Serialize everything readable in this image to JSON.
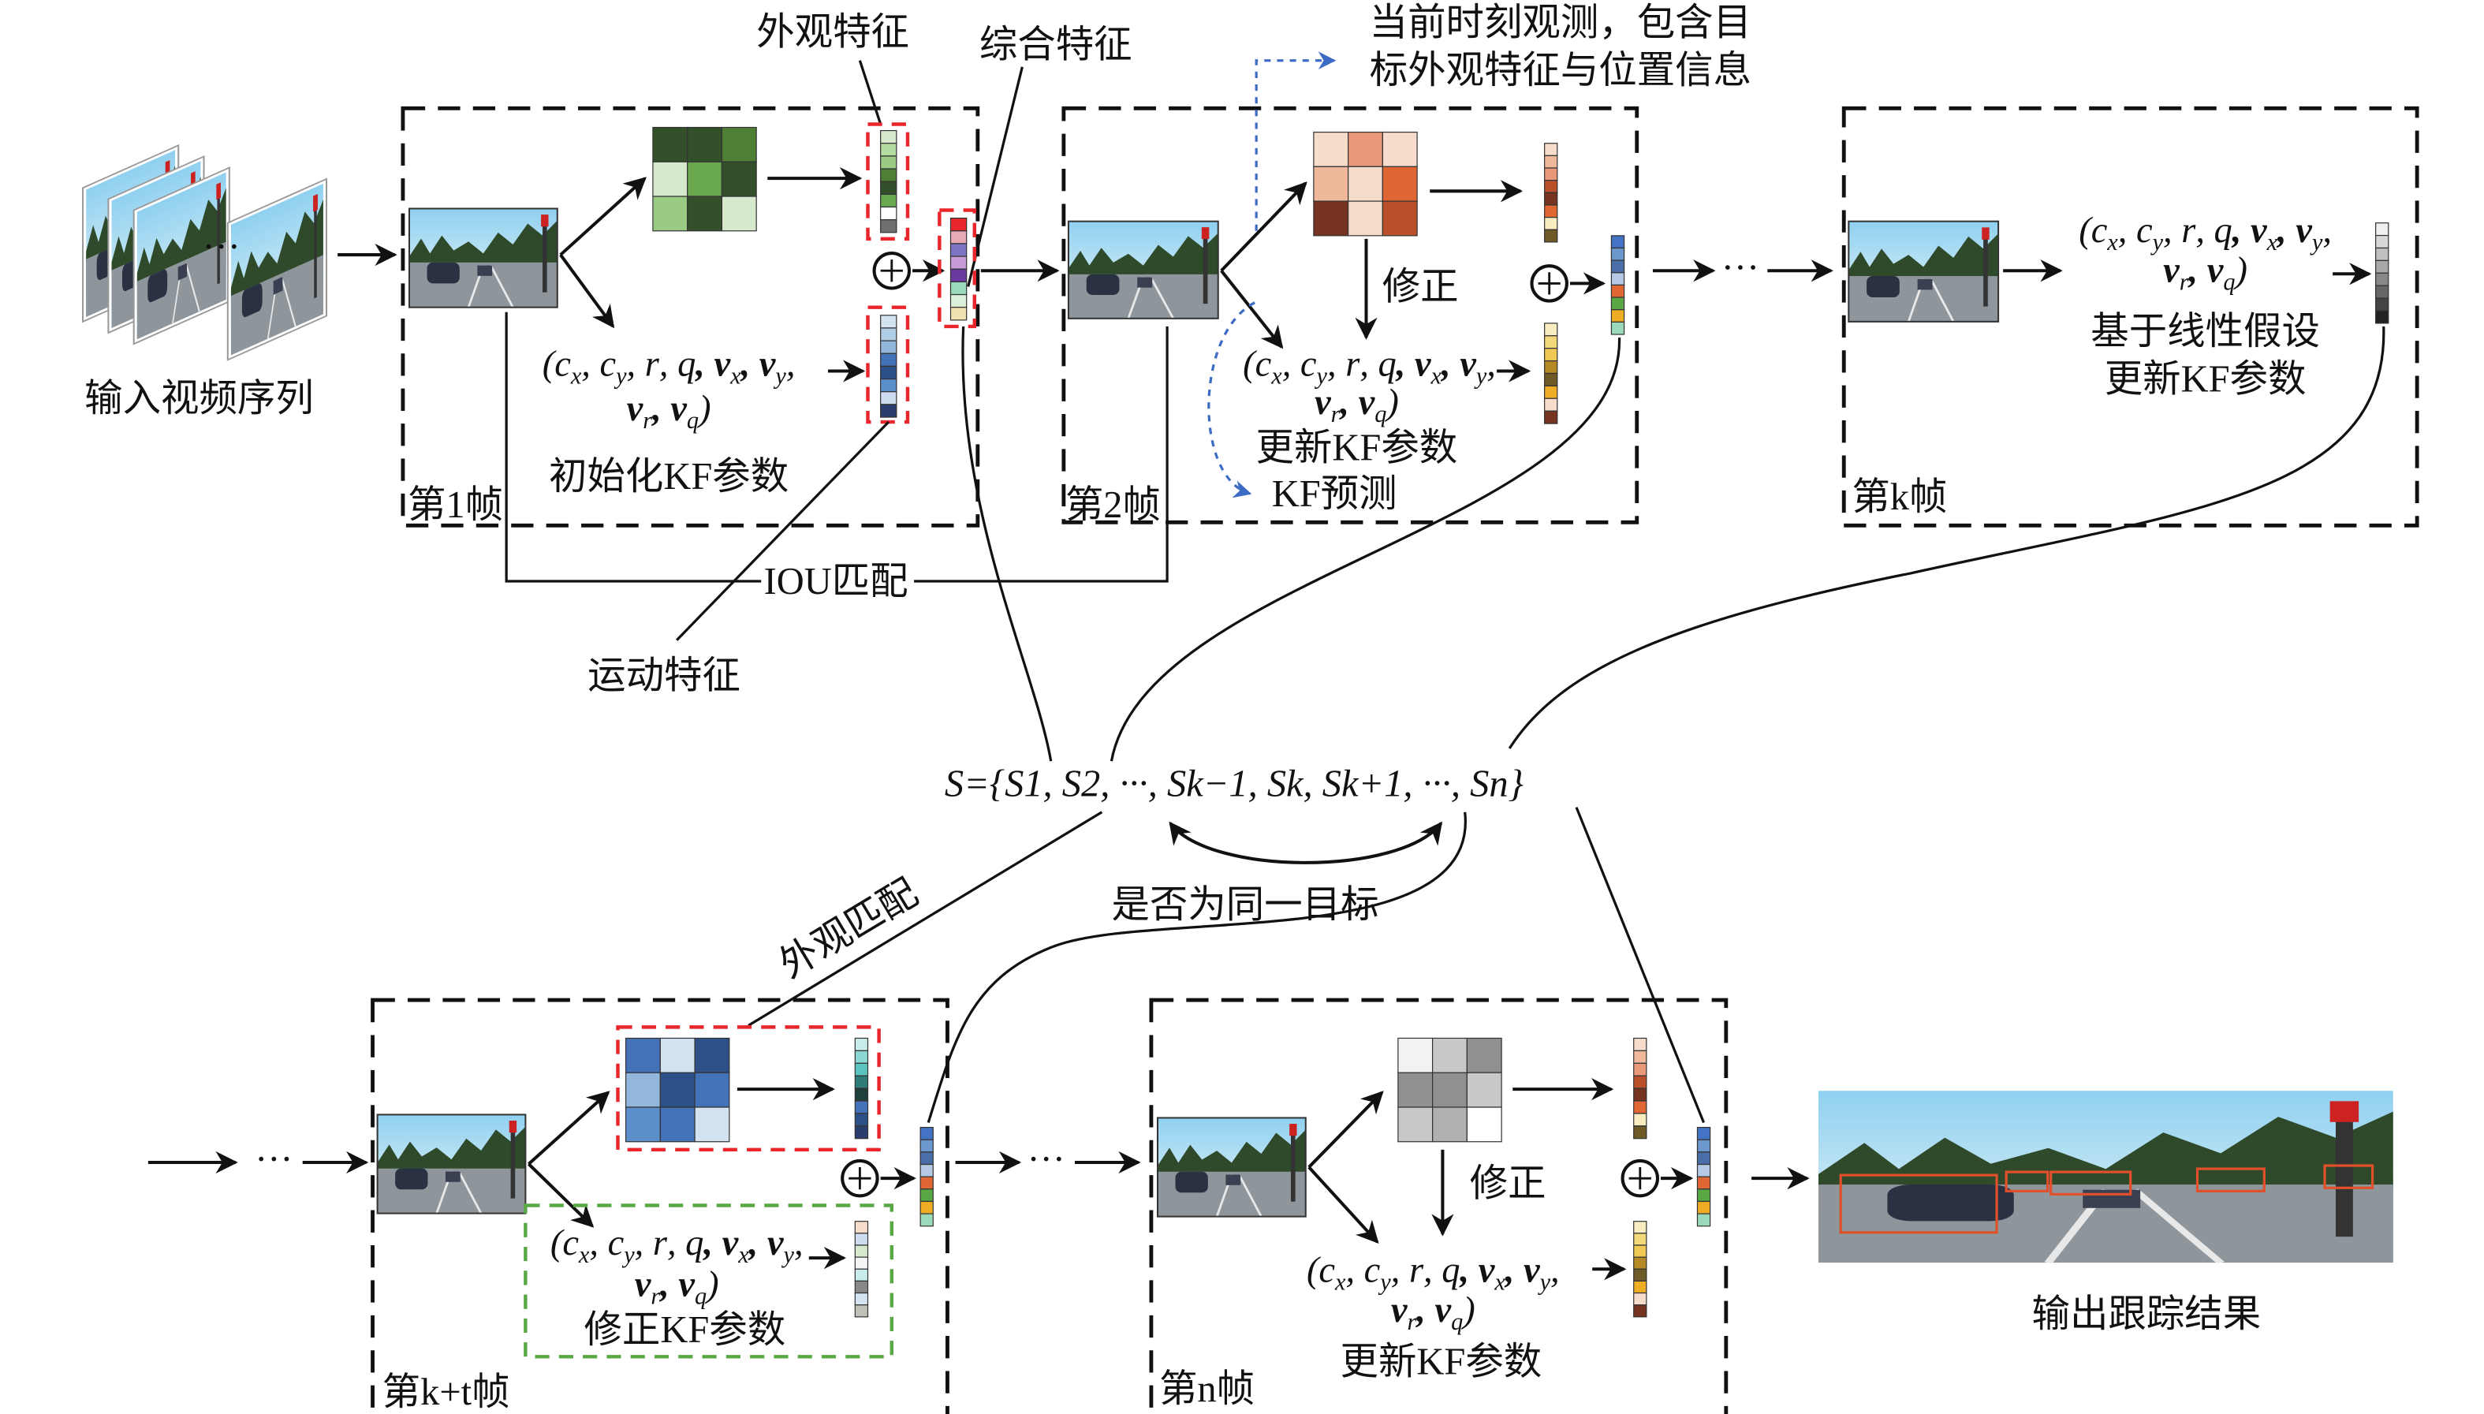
{
  "labels": {
    "input_sequence": "输入视频序列",
    "appearance_feature": "外观特征",
    "combined_feature": "综合特征",
    "motion_feature": "运动特征",
    "iou_match": "IOU匹配",
    "observation_line1": "当前时刻观测，包含目",
    "observation_line2": "标外观特征与位置信息",
    "init_kf": "初始化KF参数",
    "frame1": "第1帧",
    "frame2": "第2帧",
    "framek": "第k帧",
    "framekt": "第k+t帧",
    "framen": "第n帧",
    "correct": "修正",
    "update_kf": "更新KF参数",
    "kf_predict": "KF预测",
    "linear_line1": "基于线性假设",
    "linear_line2": "更新KF参数",
    "state_set": "S={S1, S2, ···, Sk−1, Sk, Sk+1, ···, Sn}",
    "same_target": "是否为同一目标",
    "appearance_match": "外观匹配",
    "correct_kf": "修正KF参数",
    "output_result": "输出跟踪结果",
    "ellipsis": "···"
  },
  "formula": {
    "line1": [
      [
        "(c",
        "x"
      ],
      [
        ", c",
        "y"
      ],
      [
        ", r",
        ""
      ],
      [
        ", q",
        ""
      ],
      [
        ", v",
        "x"
      ],
      [
        ", v",
        "y"
      ],
      [
        ",",
        ""
      ]
    ],
    "line2": [
      [
        "v",
        "r"
      ],
      [
        ", v",
        "q"
      ],
      [
        ")",
        ""
      ]
    ]
  },
  "colors": {
    "green_matrix": [
      "#33502a",
      "#33502a",
      "#4e7f35",
      "#d7e9cd",
      "#6aa84f",
      "#33502a",
      "#9acb84",
      "#33502a",
      "#d7e9cd"
    ],
    "green_vector": [
      "#d7e9cd",
      "#b5dca0",
      "#9acb84",
      "#4e7f35",
      "#33502a",
      "#6aa84f",
      "#ffffff",
      "#707070"
    ],
    "blue_vector": [
      "#d3e3f0",
      "#b1cde6",
      "#93b7dc",
      "#4472b8",
      "#2e5088",
      "#5b8fcc",
      "#cfdcef",
      "#2a3e6e"
    ],
    "combined_vector_1": [
      "#e8262b",
      "#e7a9b5",
      "#7b75c4",
      "#c99bd6",
      "#6a3aa0",
      "#9ad9b9",
      "#ddf0dc",
      "#efe2b0"
    ],
    "orange_matrix": [
      "#f5dccb",
      "#e9987a",
      "#f5dccb",
      "#efb89a",
      "#f5dccb",
      "#e06634",
      "#763420",
      "#f5dccb",
      "#b9502a"
    ],
    "orange_vector": [
      "#f5dccb",
      "#efb89a",
      "#e9987a",
      "#b9502a",
      "#763420",
      "#e06634",
      "#f8ecc0",
      "#6d5a26"
    ],
    "yellow_vector": [
      "#f8ecc0",
      "#f3d87c",
      "#efc953",
      "#b58a24",
      "#6d5a26",
      "#efad26",
      "#f5dccb",
      "#763420"
    ],
    "combined_vector_2": [
      "#4472c4",
      "#6b97cc",
      "#4a6fa8",
      "#b5c9e4",
      "#e06634",
      "#5aa845",
      "#efad26",
      "#9ad9b9"
    ],
    "gray_vector": [
      "#f0f0f0",
      "#d8d8d8",
      "#c0c0c0",
      "#a8a8a8",
      "#888888",
      "#666666",
      "#444444",
      "#222222"
    ],
    "blue_matrix": [
      "#4472b8",
      "#d3e3f0",
      "#2e5088",
      "#93b7dc",
      "#2e5088",
      "#4472b8",
      "#5b8fcc",
      "#4472b8",
      "#d3e3f0"
    ],
    "teal_vector": [
      "#c8ecea",
      "#8ad7d3",
      "#5bc3c0",
      "#2e7d78",
      "#1f3f3a",
      "#4472b8",
      "#2e5088",
      "#2a3e6e"
    ],
    "mixed_vector": [
      "#f5dccb",
      "#cfdcef",
      "#d7e9cd",
      "#f4f4f4",
      "#c8ecea",
      "#888888",
      "#d3e3f0",
      "#c0c0b8"
    ],
    "gray_matrix": [
      "#f2f2f2",
      "#c8c8c8",
      "#909090",
      "#909090",
      "#909090",
      "#c8c8c8",
      "#c8c8c8",
      "#b0b0b0",
      "#ffffff"
    ],
    "highlight_red": "#e8262b",
    "highlight_green": "#5aa845",
    "prediction_blue": "#3d6cc4"
  }
}
